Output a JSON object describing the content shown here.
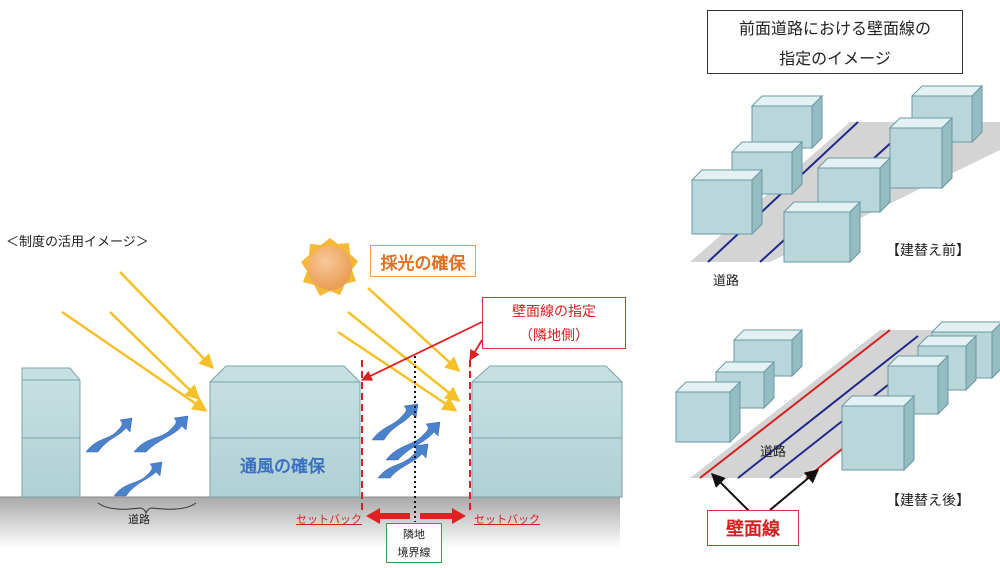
{
  "caption": "＜制度の活用イメージ＞",
  "left_scene": {
    "daylight_label": "採光の確保",
    "ventilation_label": "通風の確保",
    "wall_line_callout": {
      "line1": "壁面線の指定",
      "line2": "（隣地側）"
    },
    "setback_left": "セットバック",
    "setback_right": "セットバック",
    "boundary": {
      "line1": "隣地",
      "line2": "境界線"
    },
    "road": "道路"
  },
  "right_panel": {
    "title": {
      "line1": "前面道路における壁面線の",
      "line2": "指定のイメージ"
    },
    "road_before": "道路",
    "road_after": "道路",
    "before_label": "【建替え前】",
    "after_label": "【建替え後】",
    "wall_line_label": "壁面線"
  },
  "colors": {
    "building_fill": "#bcd9dc",
    "building_stroke": "#6a9aa4",
    "sun_ray": "#f5c028",
    "wind_arrow": "#4c82cc",
    "wall_line_red": "#d62020",
    "road_line_blue": "#1f2a8a"
  }
}
